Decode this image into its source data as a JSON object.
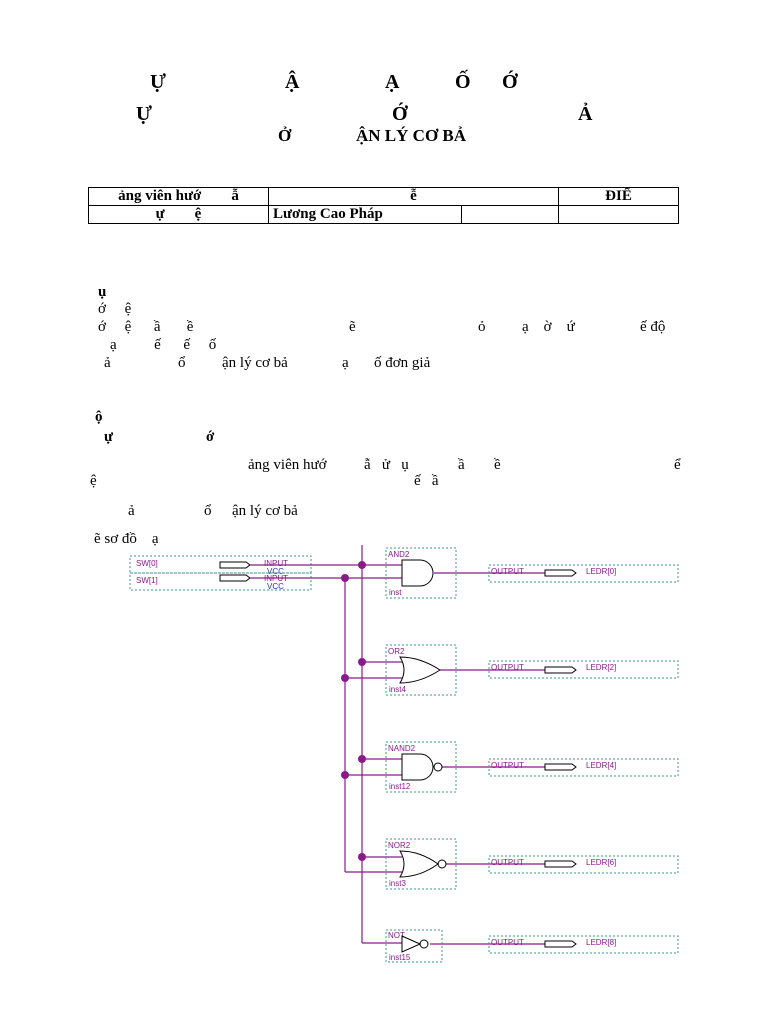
{
  "header": {
    "line1": [
      "Ự",
      "Ậ",
      "Ạ",
      "Ố",
      "Ớ"
    ],
    "line2": [
      "Ự",
      "Ớ",
      "Ả"
    ],
    "line3": [
      "Ở",
      "ẬN LÝ CƠ BẢ"
    ]
  },
  "info_table": {
    "r1c1": "ảng viên hướ        ẫ",
    "r1c2": "ễ",
    "r1c3": "ĐIỂ",
    "r2c1": "ự        ệ",
    "r2c2": "Lương Cao Pháp"
  },
  "section1": {
    "heading": "ụ",
    "l1": "ớ     ệ",
    "l2": [
      "ớ     ệ      ầ       ề",
      "ẽ",
      "ỏ",
      "ạ    ờ    ứ",
      "ế độ"
    ],
    "l3": "ạ          ế      ế     ố",
    "l4": [
      "ả",
      "ổ",
      "ận lý cơ bả",
      "ạ",
      "ố đơn giả"
    ]
  },
  "section2": {
    "heading": "ộ",
    "sub": [
      "ự",
      "ớ"
    ],
    "p1": [
      "ảng viên hướ",
      "ẫ   ử   ụ",
      "ầ",
      "ề",
      "ể"
    ],
    "p2": [
      "ệ",
      "ế   ầ"
    ],
    "p3": [
      "ả",
      "ổ",
      "ận lý cơ bả"
    ],
    "p4": "ẽ sơ đồ    ạ"
  },
  "schematic": {
    "inputs": [
      {
        "name": "SW[0]",
        "type": "INPUT",
        "sub": "VCC"
      },
      {
        "name": "SW[1]",
        "type": "INPUT",
        "sub": "VCC"
      }
    ],
    "gates": [
      {
        "type": "AND2",
        "inst": "inst",
        "output": "LEDR[0]"
      },
      {
        "type": "OR2",
        "inst": "inst4",
        "output": "LEDR[2]"
      },
      {
        "type": "NAND2",
        "inst": "inst12",
        "output": "LEDR[4]"
      },
      {
        "type": "NOR2",
        "inst": "inst3",
        "output": "LEDR[6]"
      },
      {
        "type": "NOT",
        "inst": "inst15",
        "output": "LEDR[8]"
      }
    ],
    "output_label": "OUTPUT"
  }
}
